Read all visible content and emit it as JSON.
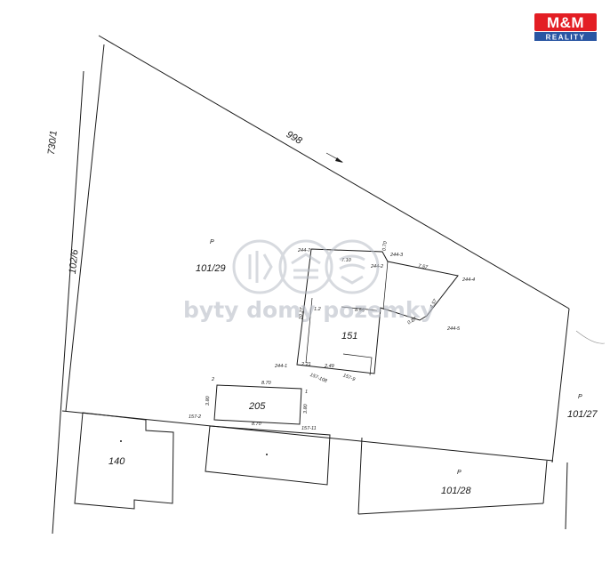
{
  "logo": {
    "brand": "M&M",
    "tagline": "REALITY",
    "colors": {
      "red": "#e31e24",
      "blue": "#2a56a3",
      "white": "#ffffff"
    }
  },
  "watermark": {
    "text": "byty domy pozemky",
    "color": "#b7bcc6"
  },
  "map": {
    "parcels": {
      "p101_29": "101/29",
      "p101_27": "101/27",
      "p101_28": "101/28",
      "p102_6": "102/6",
      "p730_1": "730/1",
      "p998": "998",
      "b151": "151",
      "b205": "205",
      "b140": "140"
    },
    "parcel_marks": {
      "p": "P"
    },
    "points": {
      "pt244_1": "244-1",
      "pt244_2": "244-2",
      "pt244_3": "244-3",
      "pt244_4": "244-4",
      "pt244_5": "244-5",
      "pt244_7": "244-7",
      "pt157_2": "157-2",
      "pt157_9": "157-9",
      "pt157_11": "157-11",
      "pt157_108": "157-108",
      "pt1": "1",
      "pt2": "2"
    },
    "dimensions": {
      "d7_57": "7.57",
      "d4_57": "4.57",
      "d0_70": "0.70",
      "d0_87": "0.87",
      "d7_10": "7.10",
      "d2_21": "2.21",
      "d2_49": "2.49",
      "d8_70_top": "8.70",
      "d8_70_bottom": "8.70",
      "d3_80_left": "3.80",
      "d3_80_right": "3.80",
      "d10_27": "10.27",
      "d1_2": "1.2",
      "d8_55": "8.55"
    }
  }
}
